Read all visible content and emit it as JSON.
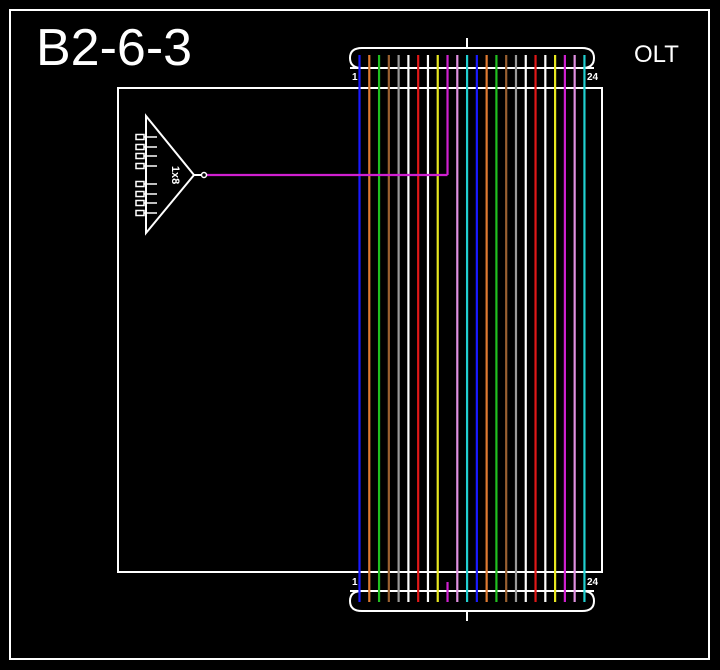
{
  "diagram": {
    "title": "B2-6-3",
    "device_label": "OLT",
    "splitter": {
      "label": "1x8",
      "outputs": 8,
      "input_fiber_color": "#e020e0",
      "input_fiber_index": 10
    },
    "cable": {
      "start_label": "1",
      "end_label": "24",
      "fiber_count": 24,
      "fiber_colors": [
        "#1a1aff",
        "#e07a30",
        "#20c020",
        "#9a6030",
        "#9a9a9a",
        "#ffffff",
        "#e01818",
        "#ffffff",
        "#e8e820",
        "#d020d0",
        "#e090e0",
        "#20d0d0",
        "#1a1aff",
        "#e07a30",
        "#20c020",
        "#9a6030",
        "#9a9a9a",
        "#ffffff",
        "#e01818",
        "#ffffff",
        "#e8e820",
        "#d020d0",
        "#e090e0",
        "#20d0d0"
      ]
    },
    "colors": {
      "background": "#000000",
      "outline": "#ffffff"
    }
  }
}
